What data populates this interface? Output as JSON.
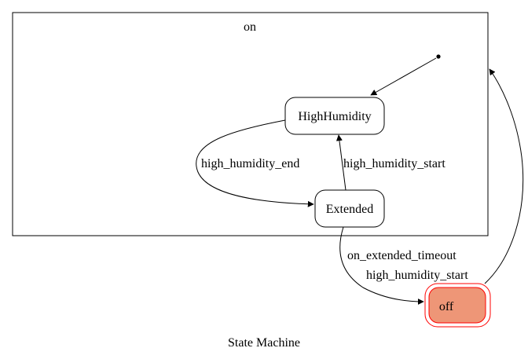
{
  "diagram": {
    "caption": "State Machine",
    "cluster": {
      "label": "on"
    },
    "states": {
      "high_humidity": "HighHumidity",
      "extended": "Extended",
      "off": "off"
    },
    "transitions": {
      "high_humidity_end": "high_humidity_end",
      "high_humidity_start_inner": "high_humidity_start",
      "on_extended_timeout": "on_extended_timeout",
      "high_humidity_start_outer": "high_humidity_start"
    },
    "colors": {
      "off_fill": "#ee9677",
      "off_border": "#ff0000",
      "line": "#000000"
    }
  }
}
